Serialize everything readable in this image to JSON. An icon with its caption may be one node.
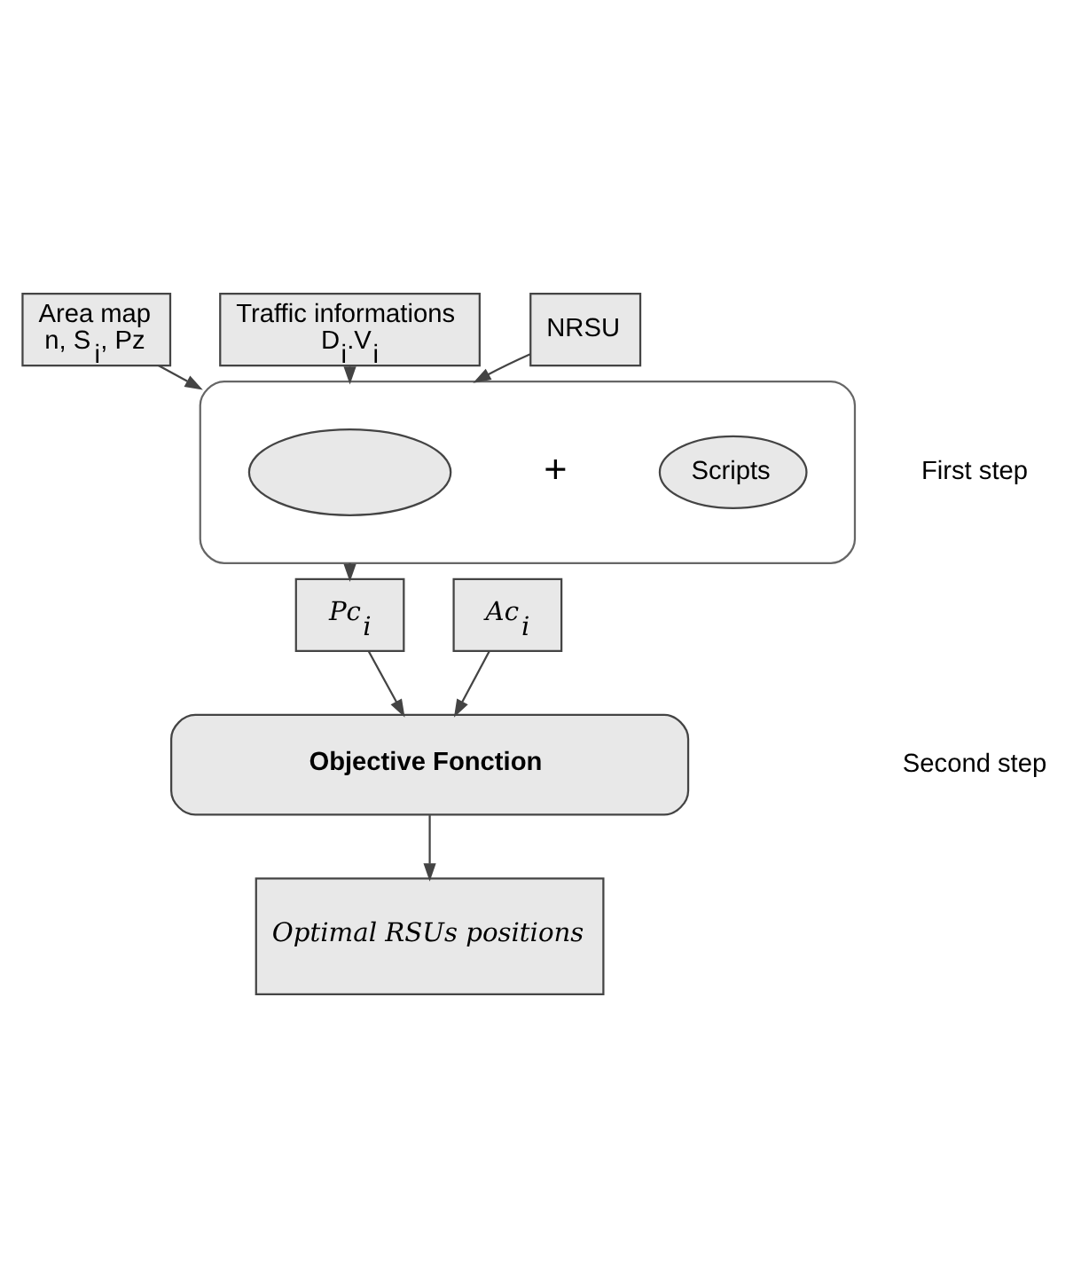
{
  "diagram": {
    "nodes": [
      {
        "text": [
          "Area map",
          "n, S$_{i}$, Pz"
        ]
      },
      {
        "text": [
          "Traffic informations",
          "D$_{i}$.V$_{i}$"
        ]
      },
      {
        "text": [
          "NRSU"
        ]
      },
      {
        "text": [],
        "shape": "box"
      },
      {
        "text": [],
        "shape": "ellipse",
        "in": 3
      },
      {
        "text": [
          "Scripts"
        ],
        "in": 3
      },
      {
        "text": [
          "Pc$_{i}$"
        ]
      },
      {
        "text": [
          "Ac$_{i}$"
        ]
      },
      {
        "text": [
          "Objective Fonction"
        ]
      },
      {
        "text": [
          "Optimal RSUs positions"
        ]
      }
    ],
    "edges": [
      {
        "from": 0,
        "to": 3,
        "arrow": "to"
      },
      {
        "from": 1,
        "to": 3,
        "arrow": "to"
      },
      {
        "from": 2,
        "to": 3,
        "arrow": "to"
      },
      {
        "from": 3,
        "to": 6,
        "arrow": "to"
      },
      {
        "from": 6,
        "to": 8,
        "arrow": "to"
      },
      {
        "from": 7,
        "to": 8,
        "arrow": "to"
      },
      {
        "from": 8,
        "to": 9,
        "arrow": "to"
      }
    ],
    "labels": [
      "+",
      "First step",
      "Second step"
    ]
  }
}
